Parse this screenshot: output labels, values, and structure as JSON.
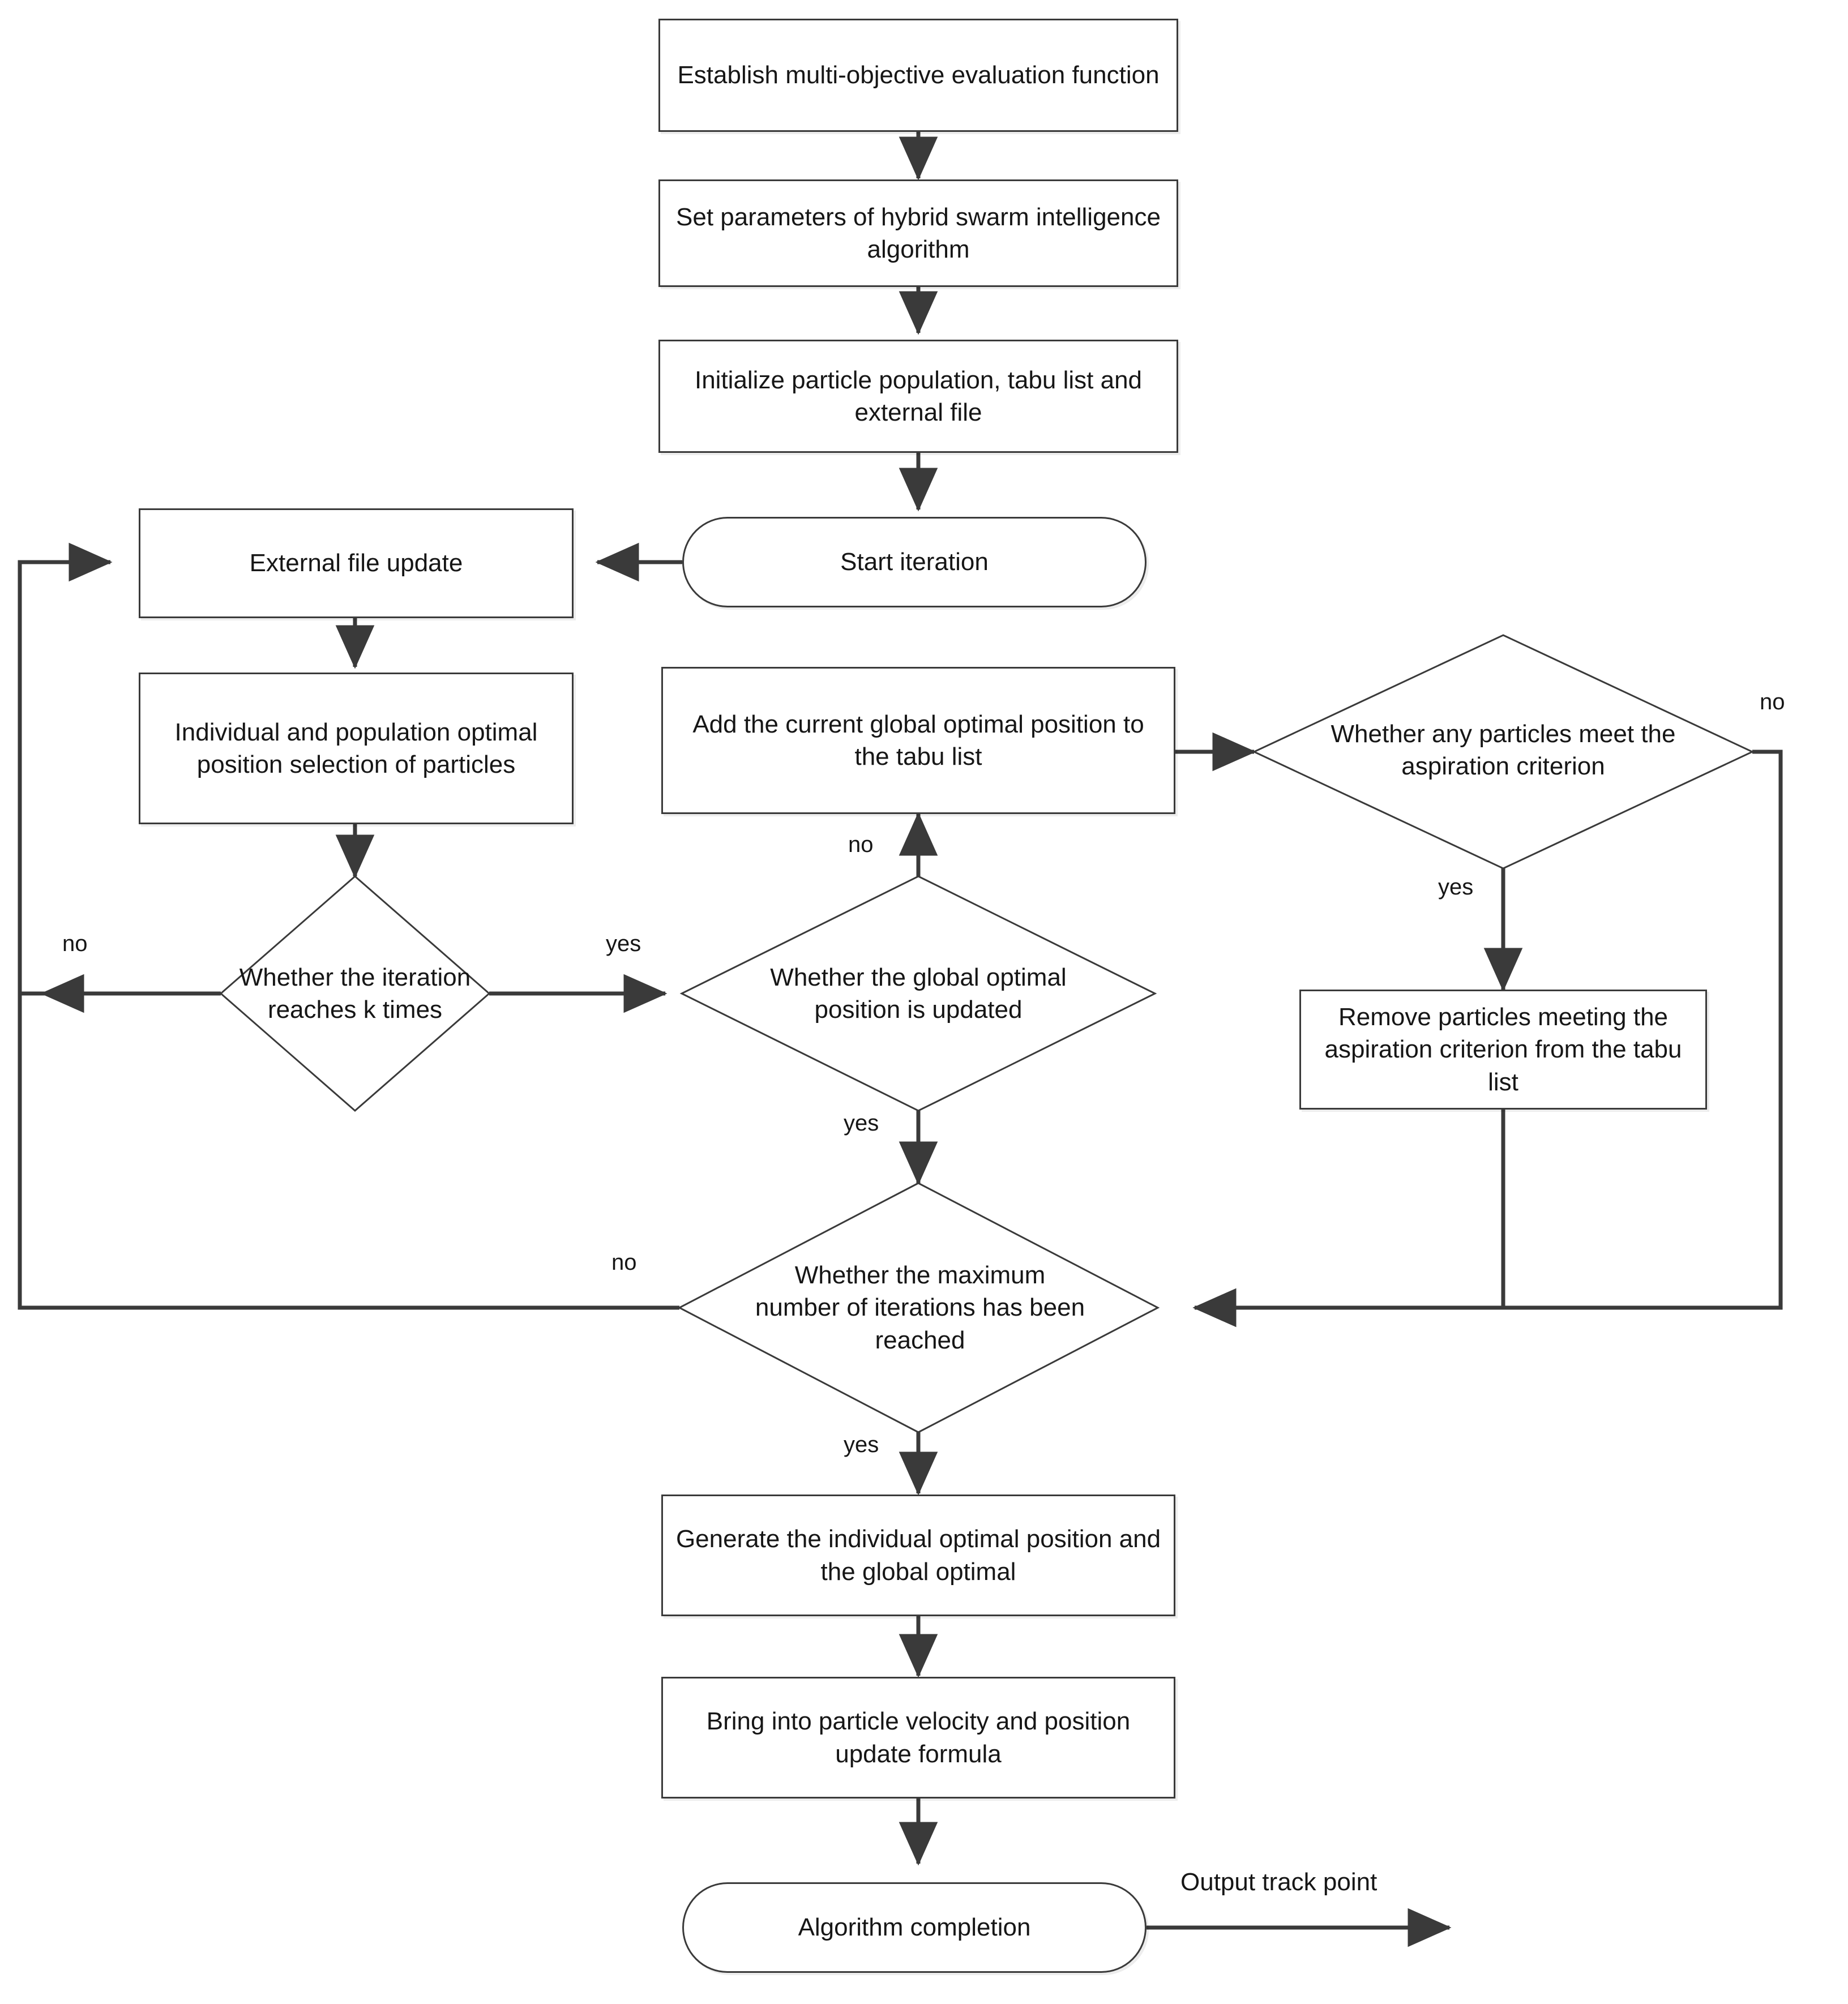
{
  "diagram": {
    "title": "Hybrid swarm intelligence algorithm flowchart",
    "stroke_color": "#3a3a3a",
    "text_color": "#161616",
    "background": "#ffffff"
  },
  "nodes": {
    "establish_evaluation_function": {
      "label": "Establish multi-objective evaluation function",
      "shape": "process"
    },
    "set_parameters": {
      "label": "Set parameters of hybrid swarm intelligence algorithm",
      "shape": "process"
    },
    "initialize_population": {
      "label": "Initialize particle population, tabu list and external file",
      "shape": "process"
    },
    "start_iteration": {
      "label": "Start iteration",
      "shape": "terminator"
    },
    "external_file_update": {
      "label": "External file update",
      "shape": "process"
    },
    "optimal_position_selection": {
      "label": "Individual and population optimal position selection of particles",
      "shape": "process"
    },
    "iteration_reaches_k": {
      "label": "Whether the iteration reaches k times",
      "shape": "decision"
    },
    "global_optimal_updated": {
      "label": "Whether the global optimal position is updated",
      "shape": "decision"
    },
    "add_to_tabu_list": {
      "label": "Add the current global optimal position to the tabu list",
      "shape": "process"
    },
    "aspiration_criterion": {
      "label": "Whether any particles meet the aspiration criterion",
      "shape": "decision"
    },
    "remove_particles": {
      "label": "Remove particles meeting the aspiration criterion from the tabu list",
      "shape": "process"
    },
    "max_iterations_reached": {
      "label": "Whether the maximum number of iterations has been reached",
      "shape": "decision"
    },
    "generate_optimal": {
      "label": "Generate the individual optimal position and the global optimal",
      "shape": "process"
    },
    "velocity_position_update": {
      "label": "Bring into particle velocity and position update formula",
      "shape": "process"
    },
    "algorithm_completion": {
      "label": "Algorithm completion",
      "shape": "terminator"
    }
  },
  "edge_labels": {
    "k_no": "no",
    "k_yes": "yes",
    "global_no": "no",
    "global_yes": "yes",
    "aspiration_no": "no",
    "aspiration_yes": "yes",
    "max_no": "no",
    "max_yes": "yes",
    "output_track_point": "Output track point"
  }
}
